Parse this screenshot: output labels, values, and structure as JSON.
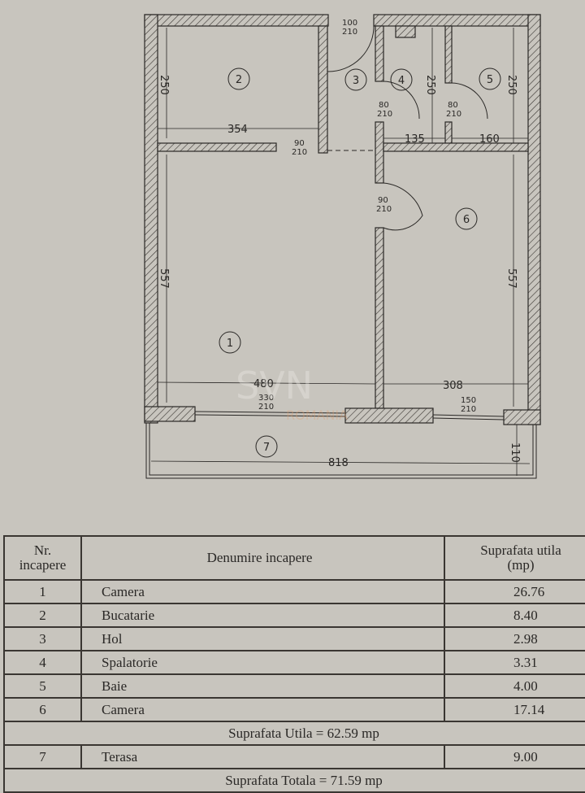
{
  "watermark": {
    "brand": "SVN",
    "sub": "ROMANIA"
  },
  "plan": {
    "rooms": [
      "1",
      "2",
      "3",
      "4",
      "5",
      "6",
      "7"
    ],
    "dimensions": {
      "r2_height": "250",
      "r2_width": "354",
      "r1_height": "557",
      "r1_width": "480",
      "r4_height": "250",
      "r4_width": "135",
      "r5_height": "250",
      "r5_width": "160",
      "r6_height": "557",
      "r6_width": "308",
      "terrace_width": "818",
      "terrace_depth": "110"
    },
    "doors": {
      "entry": {
        "w": "100",
        "h": "210"
      },
      "kitchen": {
        "w": "90",
        "h": "210"
      },
      "laundry": {
        "w": "80",
        "h": "210"
      },
      "bath": {
        "w": "80",
        "h": "210"
      },
      "bedroom": {
        "w": "90",
        "h": "210"
      },
      "window1": {
        "w": "330",
        "h": "210"
      },
      "window6": {
        "w": "150",
        "h": "210"
      }
    }
  },
  "table": {
    "headers": {
      "nr": [
        "Nr.",
        "incapere"
      ],
      "name": "Denumire incapere",
      "area": [
        "Suprafata utila",
        "(mp)"
      ]
    },
    "rows": [
      {
        "nr": "1",
        "name": "Camera",
        "area": "26.76"
      },
      {
        "nr": "2",
        "name": "Bucatarie",
        "area": "8.40"
      },
      {
        "nr": "3",
        "name": "Hol",
        "area": "2.98"
      },
      {
        "nr": "4",
        "name": "Spalatorie",
        "area": "3.31"
      },
      {
        "nr": "5",
        "name": "Baie",
        "area": "4.00"
      },
      {
        "nr": "6",
        "name": "Camera",
        "area": "17.14"
      }
    ],
    "useful_total": "Suprafata Utila  =  62.59 mp",
    "terrace": {
      "nr": "7",
      "name": "Terasa",
      "area": "9.00"
    },
    "grand_total": "Suprafata Totala  =  71.59 mp"
  }
}
